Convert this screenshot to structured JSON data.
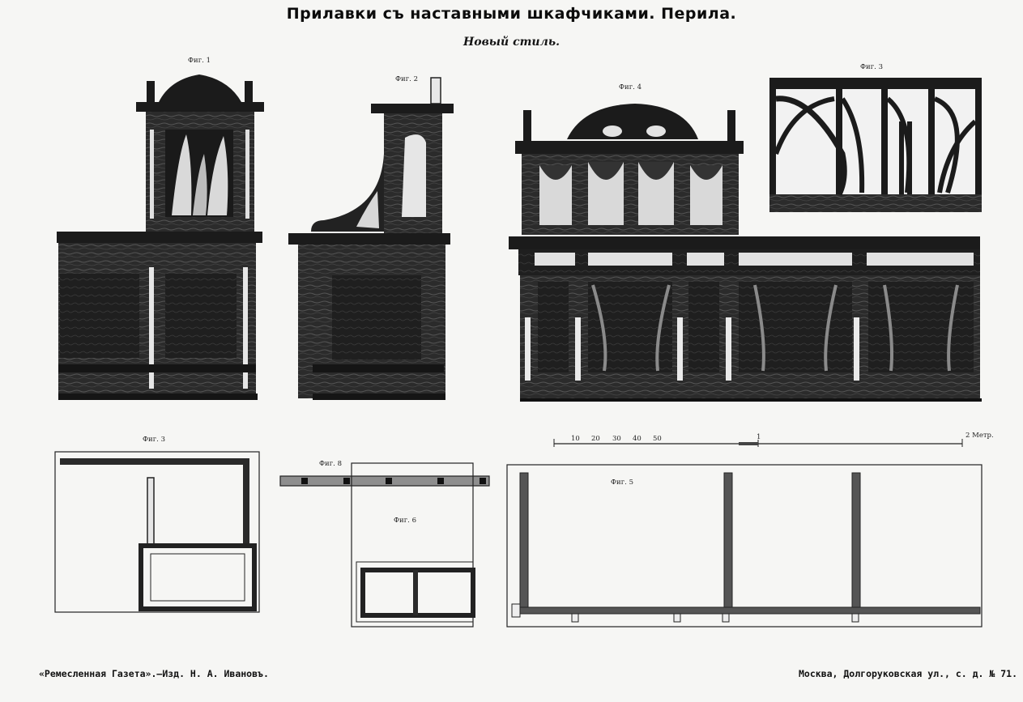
{
  "header": {
    "title": "Прилавки съ наставными шкафчиками. Перила.",
    "subtitle": "Новый стиль."
  },
  "figures": {
    "fig1": "Фиг. 1",
    "fig2": "Фиг. 2",
    "fig3a": "Фиг. 3",
    "fig4": "Фиг. 4",
    "fig3b": "Фиг. 3",
    "fig8": "Фиг. 8",
    "fig6": "Фиг. 6",
    "fig5": "Фиг. 5"
  },
  "scale": {
    "ticks": [
      "10",
      "20",
      "30",
      "40",
      "50",
      "1"
    ],
    "unit": "2 Метр."
  },
  "footer": {
    "left": "«Ремесленная Газета».—Изд. Н. А. Ивановъ.",
    "right": "Москва, Долгоруковская ул., с. д. № 71."
  }
}
